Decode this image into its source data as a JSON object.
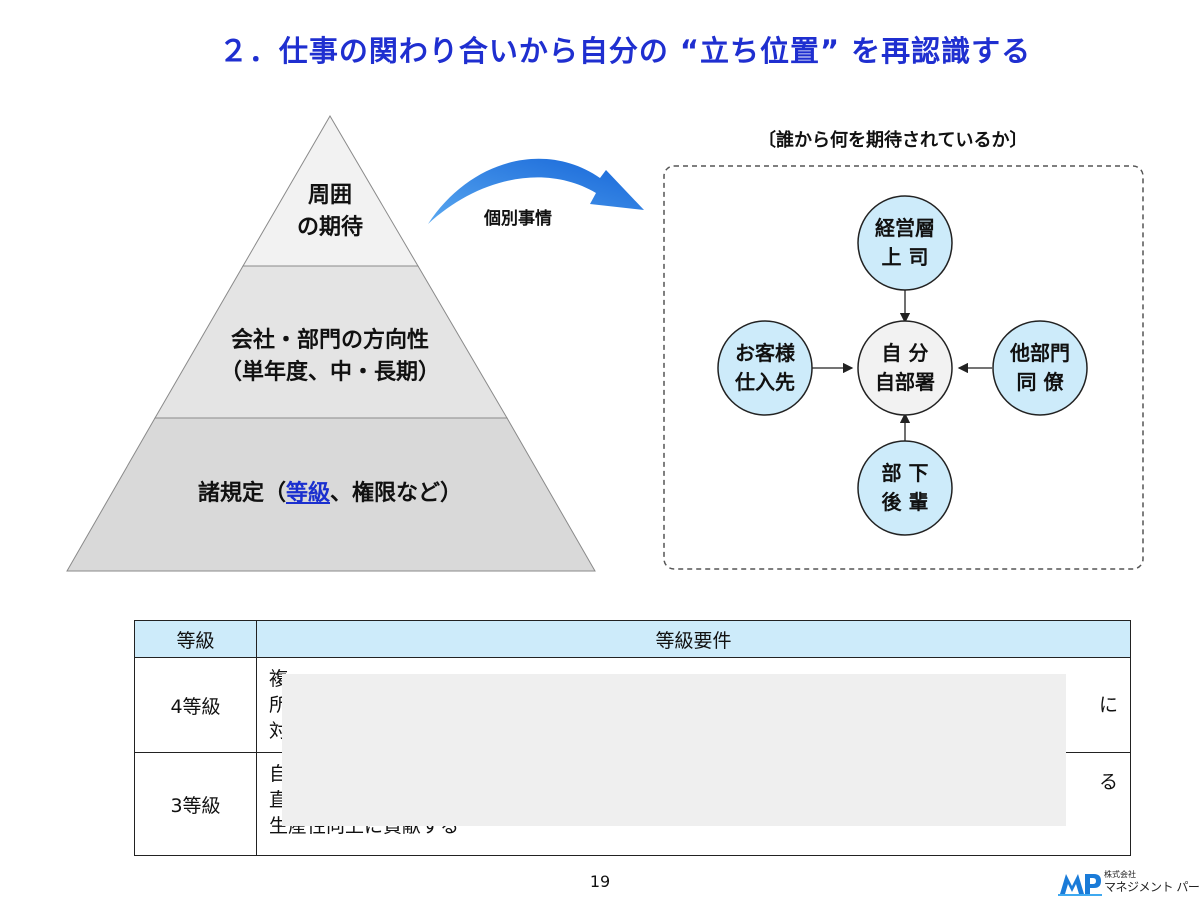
{
  "title": "２．仕事の関わり合いから自分の “立ち位置” を再認識する",
  "pyramid": {
    "top": {
      "line1": "周囲",
      "line2": "の期待"
    },
    "middle": {
      "line1": "会社・部門の方向性",
      "line2": "（単年度、中・長期）"
    },
    "bottom": {
      "prefix": "諸規定（",
      "link": "等級",
      "suffix": "、権限など）"
    }
  },
  "arrow_label": "個別事情",
  "panel_title": "〔誰から何を期待されているか〕",
  "circles": {
    "top": {
      "line1": "経営層",
      "line2": "上 司"
    },
    "left": {
      "line1": "お客様",
      "line2": "仕入先"
    },
    "center": {
      "line1": "自 分",
      "line2": "自部署"
    },
    "right": {
      "line1": "他部門",
      "line2": "同 僚"
    },
    "bottom": {
      "line1": "部 下",
      "line2": "後 輩"
    }
  },
  "colors": {
    "title": "#1F2FD0",
    "circle_fill": "#CDEBFA",
    "header_fill": "#CDEBFA",
    "arrow": "#1E73E0"
  },
  "table": {
    "headers": [
      "等級",
      "等級要件"
    ],
    "rows": [
      {
        "grade": "4等級",
        "req": [
          "複",
          "所",
          "対"
        ],
        "req_right": "に"
      },
      {
        "grade": "3等級",
        "req": [
          "自",
          "直",
          "生産性向上に貢献する"
        ],
        "req_right": "る"
      }
    ]
  },
  "page_number": "19",
  "logo": {
    "mark": "MP",
    "small": "株式会社",
    "name": "マネジメント パートナー"
  }
}
